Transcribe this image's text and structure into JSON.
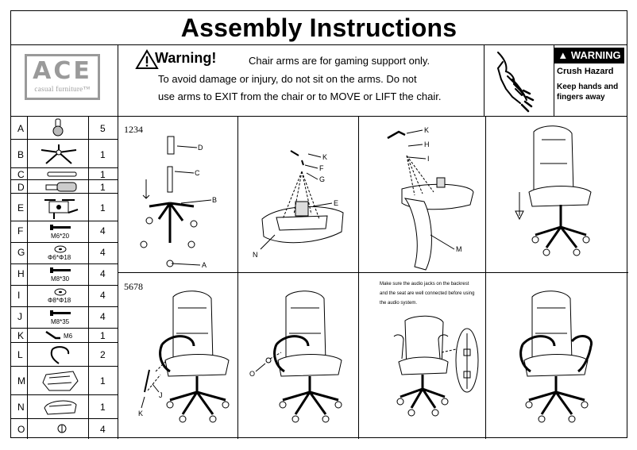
{
  "title": "Assembly Instructions",
  "logo": {
    "main": "ACE",
    "sub": "casual furniture™"
  },
  "warning": {
    "heading": "Warning!",
    "line1": "Chair arms are for gaming support only.",
    "line2": "To avoid damage or injury, do not sit on the arms. Do not",
    "line3": "use arms to EXIT from the chair or to MOVE or LIFT the chair."
  },
  "hazard": {
    "badge": "WARNING",
    "title": "Crush Hazard",
    "text1": "Keep hands and",
    "text2": "fingers away"
  },
  "parts": [
    {
      "letter": "A",
      "qty": "5",
      "spec": "",
      "icon": "caster-wheel-icon"
    },
    {
      "letter": "B",
      "qty": "1",
      "spec": "",
      "icon": "star-base-icon"
    },
    {
      "letter": "C",
      "qty": "1",
      "spec": "",
      "icon": "gas-lift-cover-icon"
    },
    {
      "letter": "D",
      "qty": "1",
      "spec": "",
      "icon": "gas-cylinder-icon"
    },
    {
      "letter": "E",
      "qty": "1",
      "spec": "",
      "icon": "seat-mechanism-icon"
    },
    {
      "letter": "F",
      "qty": "4",
      "spec": "M6*20",
      "icon": "bolt-icon"
    },
    {
      "letter": "G",
      "qty": "4",
      "spec": "Φ6*Φ18",
      "icon": "washer-icon"
    },
    {
      "letter": "H",
      "qty": "4",
      "spec": "M8*30",
      "icon": "bolt-icon"
    },
    {
      "letter": "I",
      "qty": "4",
      "spec": "Φ8*Φ18",
      "icon": "washer-icon"
    },
    {
      "letter": "J",
      "qty": "4",
      "spec": "M8*35",
      "icon": "bolt-icon"
    },
    {
      "letter": "K",
      "qty": "1",
      "spec": "M6",
      "icon": "allen-key-icon"
    },
    {
      "letter": "L",
      "qty": "2",
      "spec": "",
      "icon": "armrest-icon"
    },
    {
      "letter": "M",
      "qty": "1",
      "spec": "",
      "icon": "backrest-icon"
    },
    {
      "letter": "N",
      "qty": "1",
      "spec": "",
      "icon": "seat-cushion-icon"
    },
    {
      "letter": "O",
      "qty": "4",
      "spec": "",
      "icon": "cap-icon"
    }
  ],
  "steps": {
    "group1": "1234",
    "group2": "5678",
    "note": "Make sure the audio jacks on the backrest and the seat are well connected before using the audio system."
  },
  "labels": {
    "p1": [
      "D",
      "C",
      "B",
      "A"
    ],
    "p2": [
      "K",
      "F",
      "G",
      "E",
      "N"
    ],
    "p3": [
      "K",
      "H",
      "I",
      "M"
    ],
    "p5": [
      "J",
      "K"
    ],
    "p6": [
      "O"
    ]
  }
}
